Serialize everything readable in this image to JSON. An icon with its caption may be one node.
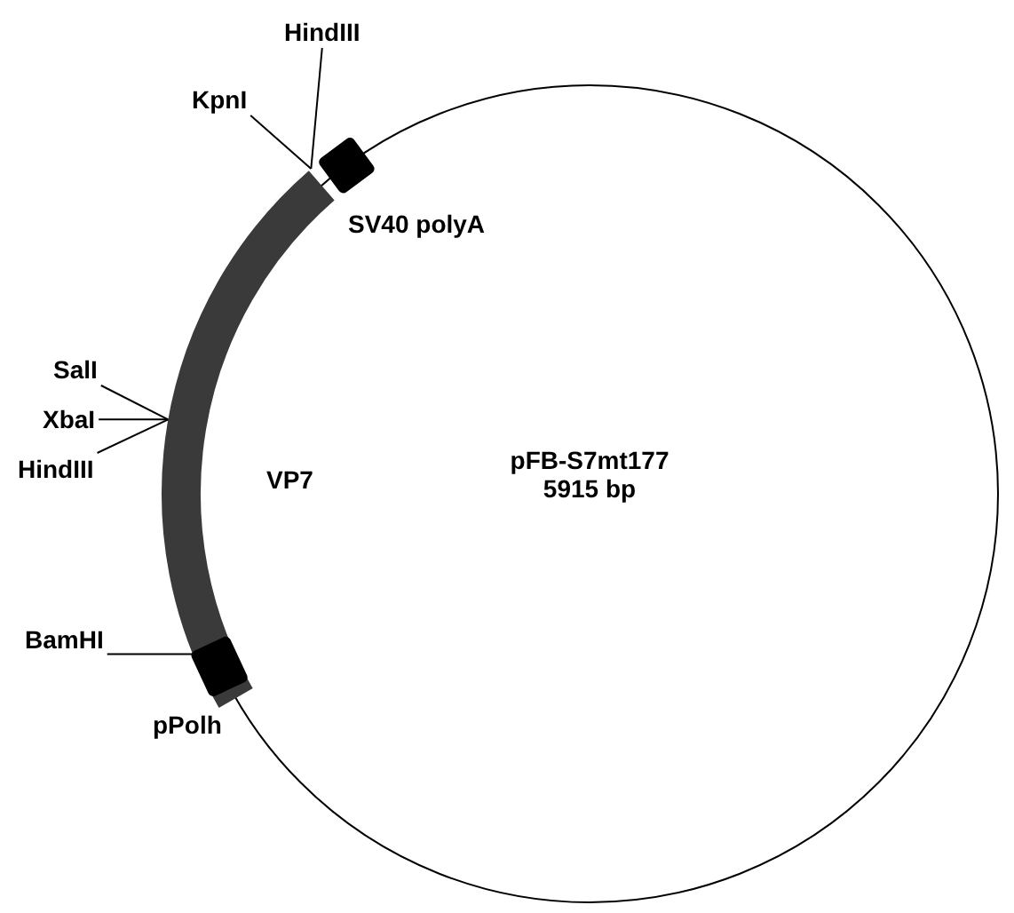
{
  "diagram": {
    "nodes": [
      {
        "text": [
          "pFB-S7mt177",
          "5915 bp"
        ]
      },
      {
        "text": [
          "HindIII"
        ]
      },
      {
        "text": [
          "KpnI"
        ]
      },
      {
        "text": [
          "SalI"
        ]
      },
      {
        "text": [
          "XbaI"
        ]
      },
      {
        "text": [
          "HindIII"
        ]
      },
      {
        "text": [
          "BamHI"
        ]
      }
    ],
    "edges": [
      {
        "from": 1,
        "to": 0,
        "arrow": "none"
      },
      {
        "from": 2,
        "to": 0,
        "arrow": "none"
      },
      {
        "from": 3,
        "to": 0,
        "arrow": "none"
      },
      {
        "from": 4,
        "to": 0,
        "arrow": "none"
      },
      {
        "from": 5,
        "to": 0,
        "arrow": "none"
      },
      {
        "from": 6,
        "to": 0,
        "arrow": "none"
      }
    ],
    "labels": [
      "SV40 polyA",
      "VP7",
      "pPolh"
    ]
  }
}
